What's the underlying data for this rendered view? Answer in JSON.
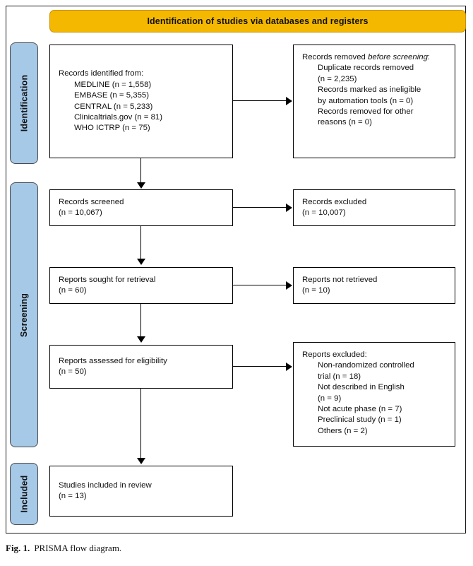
{
  "banner": {
    "title": "Identification of studies via databases and registers"
  },
  "stages": [
    {
      "key": "identification",
      "label": "Identification"
    },
    {
      "key": "screening",
      "label": "Screening"
    },
    {
      "key": "included",
      "label": "Included"
    }
  ],
  "boxes": {
    "identified": {
      "heading": "Records identified from:",
      "items": [
        "MEDLINE (n = 1,558)",
        "EMBASE (n = 5,355)",
        "CENTRAL (n = 5,233)",
        "Clinicaltrials.gov (n = 81)",
        "WHO ICTRP (n = 75)"
      ]
    },
    "removed": {
      "heading_plain": "Records removed ",
      "heading_italic": "before screening",
      "heading_tail": ":",
      "items": [
        "Duplicate records removed",
        "(n = 2,235)",
        "Records marked as ineligible",
        "by automation tools (n = 0)",
        "Records removed for other",
        "reasons (n = 0)"
      ]
    },
    "screened": {
      "line1": "Records screened",
      "line2": "(n = 10,067)"
    },
    "excluded_records": {
      "line1": "Records excluded",
      "line2": "(n = 10,007)"
    },
    "sought": {
      "line1": "Reports sought for retrieval",
      "line2": "(n = 60)"
    },
    "not_retrieved": {
      "line1": "Reports not retrieved",
      "line2": "(n = 10)"
    },
    "assessed": {
      "line1": "Reports assessed for eligibility",
      "line2": "(n = 50)"
    },
    "excluded_reports": {
      "heading": "Reports excluded:",
      "items": [
        "Non-randomized controlled",
        "trial (n = 18)",
        "Not described in English",
        "(n = 9)",
        "Not acute phase (n = 7)",
        "Preclinical study (n = 1)",
        "Others (n = 2)"
      ]
    },
    "included": {
      "line1": "Studies included in review",
      "line2": "(n = 13)"
    }
  },
  "caption": {
    "figure_label": "Fig. 1.",
    "text": "PRISMA flow diagram."
  },
  "colors": {
    "banner_fill": "#f5b800",
    "stage_fill": "#a6c9e8",
    "box_border": "#000000"
  }
}
